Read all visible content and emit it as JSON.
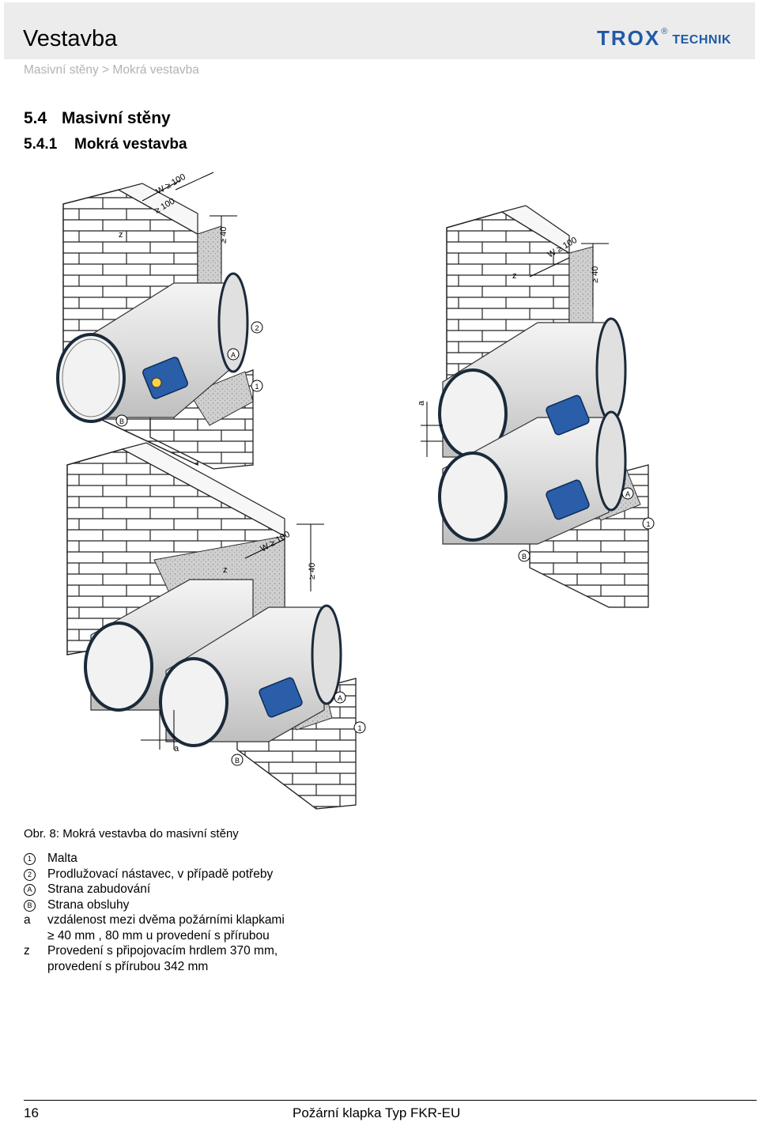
{
  "header": {
    "title": "Vestavba",
    "breadcrumb": "Masivní stěny > Mokrá vestavba",
    "logo": {
      "word": "TROX",
      "reg": "®",
      "sub": "TECHNIK",
      "color": "#1f5aa6"
    }
  },
  "section": {
    "number": "5.4",
    "title": "Masivní stěny"
  },
  "subsection": {
    "number": "5.4.1",
    "title": "Mokrá vestavba"
  },
  "figure": {
    "labels": {
      "w_ge_100": "W ≥ 100",
      "ge_100": "≥ 100",
      "z": "z",
      "ge_40": "≥ 40",
      "a": "a",
      "malta": "1",
      "extension": "2",
      "side_a": "A",
      "side_b": "B"
    }
  },
  "caption": "Obr. 8: Mokrá vestavba do masivní stěny",
  "legend": [
    {
      "key": "1",
      "circled": true,
      "text": "Malta"
    },
    {
      "key": "2",
      "circled": true,
      "text": "Prodlužovací nástavec, v případě potřeby"
    },
    {
      "key": "A",
      "circled": true,
      "text": "Strana zabudování"
    },
    {
      "key": "B",
      "circled": true,
      "text": "Strana obsluhy"
    },
    {
      "key": "a",
      "circled": false,
      "text": "vzdálenost mezi dvěma požárními klapkami"
    },
    {
      "key": "",
      "circled": false,
      "text": "≥ 40 mm , 80 mm u provedení s přírubou"
    },
    {
      "key": "z",
      "circled": false,
      "text": "Provedení s připojovacím hrdlem 370 mm,"
    },
    {
      "key": "",
      "circled": false,
      "text": "provedení s přírubou 342 mm"
    }
  ],
  "footer": {
    "page": "16",
    "title": "Požární klapka Typ FKR-EU"
  }
}
